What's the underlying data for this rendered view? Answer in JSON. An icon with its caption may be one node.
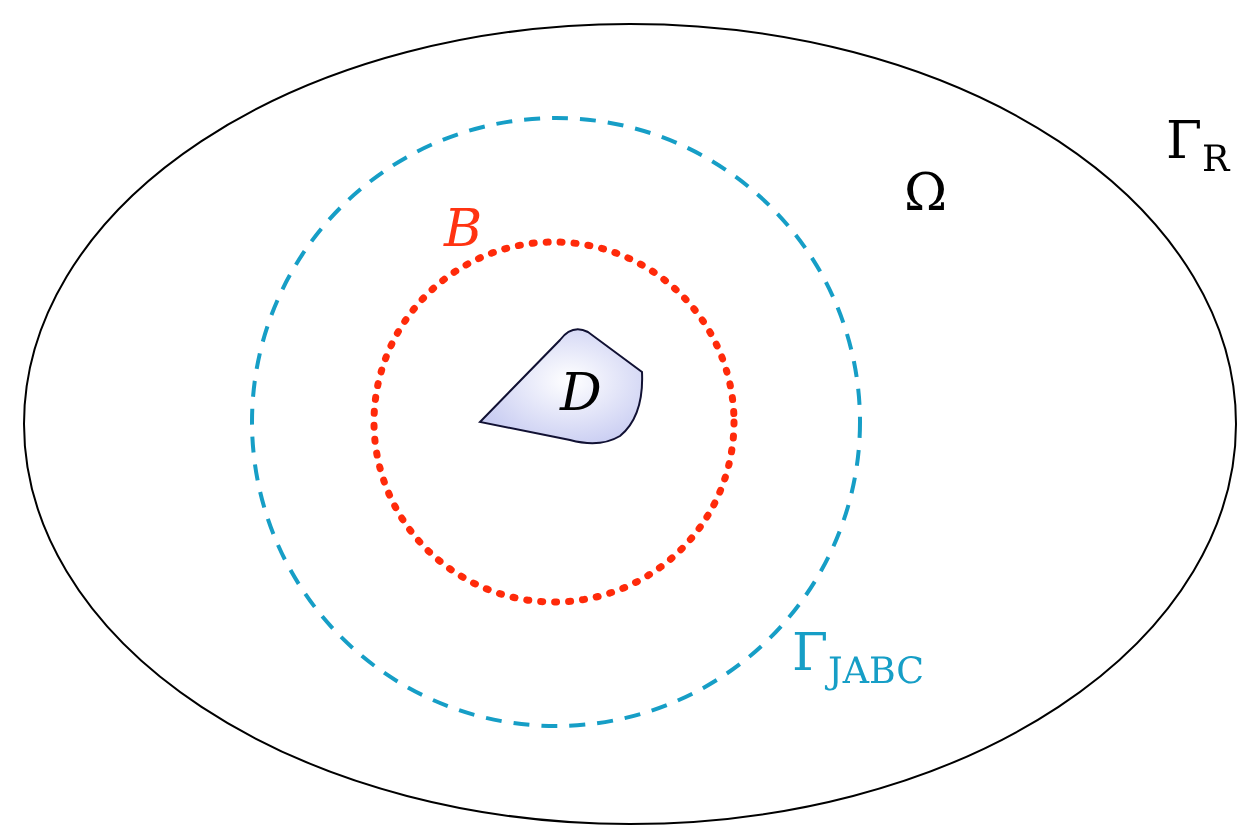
{
  "diagram": {
    "nodes": [
      {
        "text": [
          "Ω"
        ],
        "beside": [
          "Γ$_{R}$"
        ]
      },
      {
        "text": [
          "Γ$_{JABC}$"
        ],
        "in": 0
      },
      {
        "text": [
          "B"
        ],
        "in": 1
      },
      {
        "text": [
          "D"
        ],
        "in": 2
      }
    ]
  }
}
